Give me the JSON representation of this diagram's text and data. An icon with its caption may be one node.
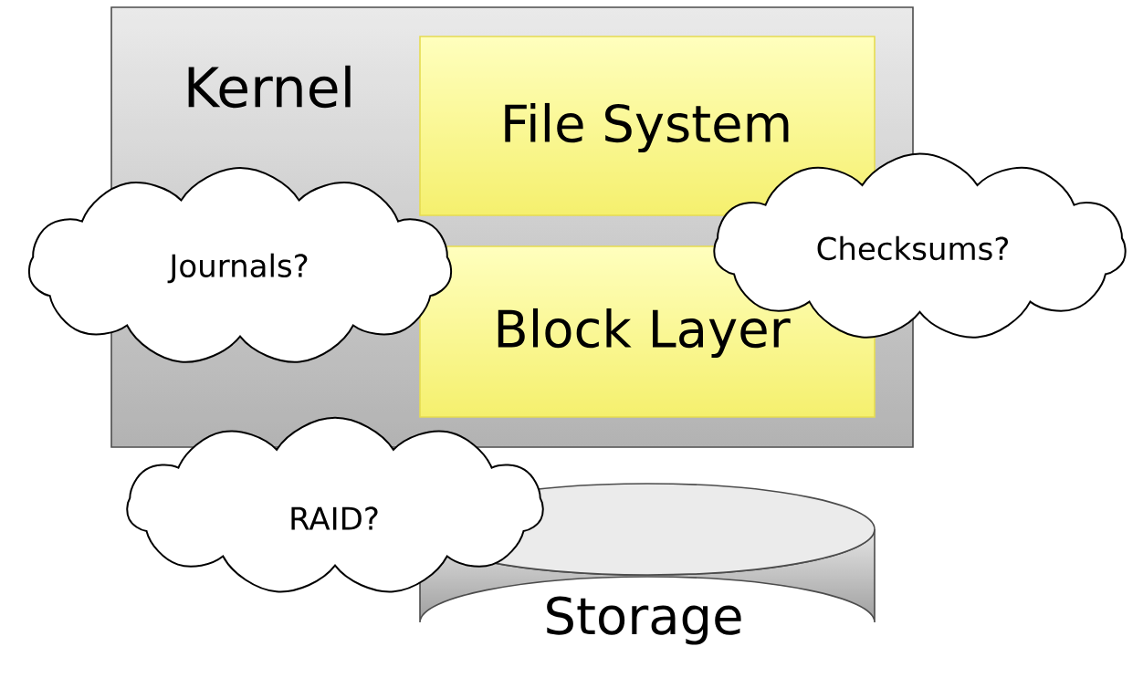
{
  "diagram": {
    "nodes": [
      {
        "text": [
          "Kernel"
        ]
      },
      {
        "text": [
          "File System"
        ],
        "in": 0
      },
      {
        "text": [
          "Block Layer"
        ],
        "in": 0
      },
      {
        "text": [
          "Storage"
        ]
      },
      {
        "text": [
          "Journals?"
        ]
      },
      {
        "text": [
          "Checksums?"
        ]
      },
      {
        "text": [
          "RAID?"
        ]
      }
    ]
  }
}
